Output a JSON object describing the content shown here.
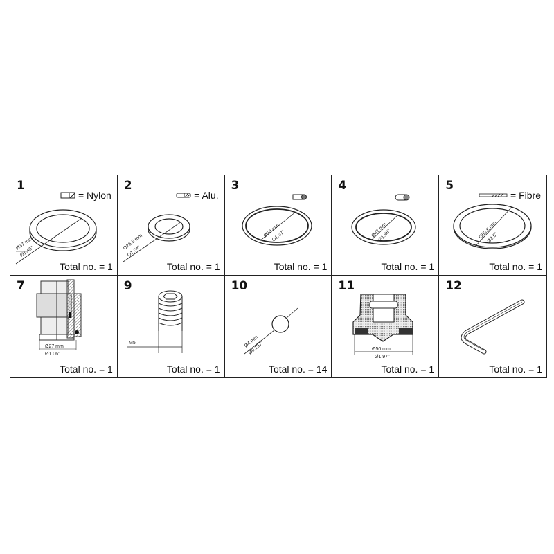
{
  "items": [
    {
      "number": "1",
      "material": "= Nylon",
      "dim_mm": "Ø37 mm",
      "dim_in": "Ø1.46\"",
      "total": "Total no. = 1"
    },
    {
      "number": "2",
      "material": "= Alu.",
      "dim_mm": "Ø26.5 mm",
      "dim_in": "Ø1.04\"",
      "total": "Total no. = 1"
    },
    {
      "number": "3",
      "dim_mm": "Ø50 mm",
      "dim_in": "Ø1.97\"",
      "total": "Total no. = 1"
    },
    {
      "number": "4",
      "dim_mm": "Ø47 mm",
      "dim_in": "Ø1.85\"",
      "total": "Total no. = 1"
    },
    {
      "number": "5",
      "material": "= Fibre",
      "dim_mm": "Ø63.5 mm",
      "dim_in": "Ø2.5\"",
      "total": "Total no. = 1"
    },
    {
      "number": "7",
      "dim_mm": "Ø27 mm",
      "dim_in": "Ø1.06\"",
      "total": "Total no. = 1"
    },
    {
      "number": "9",
      "thread": "M5",
      "total": "Total no. = 1"
    },
    {
      "number": "10",
      "dim_mm": "Ø4 mm",
      "dim_in": "Ø0.157\"",
      "total": "Total no. = 14"
    },
    {
      "number": "11",
      "dim_mm": "Ø50 mm",
      "dim_in": "Ø1.97\"",
      "total": "Total no. = 1"
    },
    {
      "number": "12",
      "total": "Total no. = 1"
    }
  ]
}
